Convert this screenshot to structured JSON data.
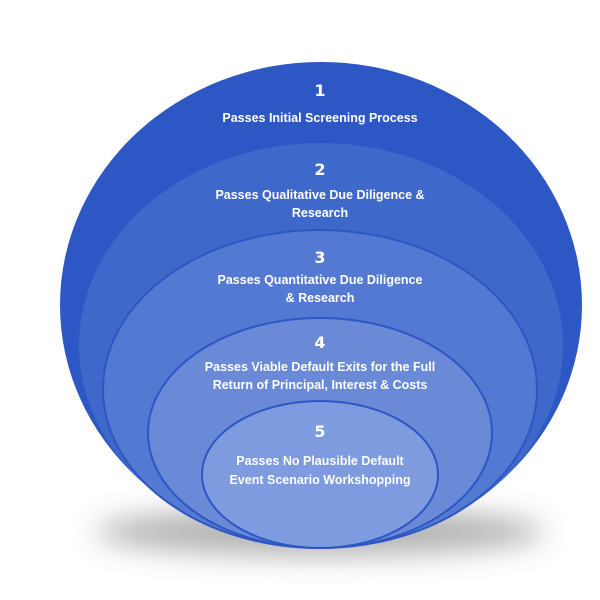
{
  "diagram": {
    "type": "nested-ellipses-funnel",
    "colors": {
      "stroke": "#2c57c4",
      "text": "#ffffff",
      "shadow": "#9a9a9a"
    },
    "stages": [
      {
        "number": "1",
        "label_lines": [
          "Passes Initial Screening Process"
        ],
        "fill": "#2c57c4"
      },
      {
        "number": "2",
        "label_lines": [
          "Passes Qualitative Due Diligence &",
          "Research"
        ],
        "fill": "#3f68cb"
      },
      {
        "number": "3",
        "label_lines": [
          "Passes Quantitative Due Diligence",
          "& Research"
        ],
        "fill": "#5479d2"
      },
      {
        "number": "4",
        "label_lines": [
          "Passes Viable Default Exits for the Full",
          "Return of Principal, Interest & Costs"
        ],
        "fill": "#6a8ad8"
      },
      {
        "number": "5",
        "label_lines": [
          "Passes No Plausible Default",
          "Event Scenario Workshopping"
        ],
        "fill": "#7d9bde"
      }
    ]
  }
}
